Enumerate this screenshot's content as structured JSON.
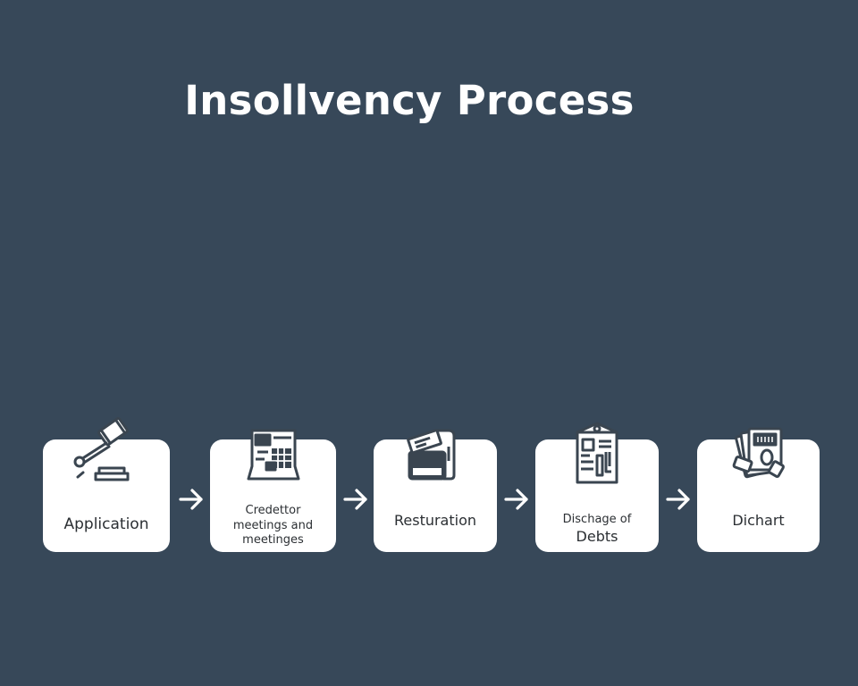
{
  "title": "Insollvency Process",
  "colors": {
    "background": "#374859",
    "card": "#ffffff",
    "icon_stroke": "#3a4550",
    "text": "#2b2f33",
    "arrow": "#ffffff"
  },
  "steps": [
    {
      "label_line1": "Application",
      "label_line2": "",
      "icon": "gavel-icon"
    },
    {
      "label_line1": "Credettor",
      "label_line2": "meetings and",
      "label_line3": "meetinges",
      "icon": "calculator-icon"
    },
    {
      "label_line1": "Resturation",
      "label_line2": "",
      "icon": "folder-document-icon"
    },
    {
      "label_line1": "Dischage of",
      "label_line2": "Debts",
      "icon": "clipboard-document-icon"
    },
    {
      "label_line1": "Dichart",
      "label_line2": "",
      "icon": "documents-stack-icon"
    }
  ],
  "arrows": [
    {
      "icon": "arrow-right-icon"
    },
    {
      "icon": "arrow-right-icon"
    },
    {
      "icon": "arrow-right-icon"
    },
    {
      "icon": "arrow-right-icon"
    }
  ]
}
